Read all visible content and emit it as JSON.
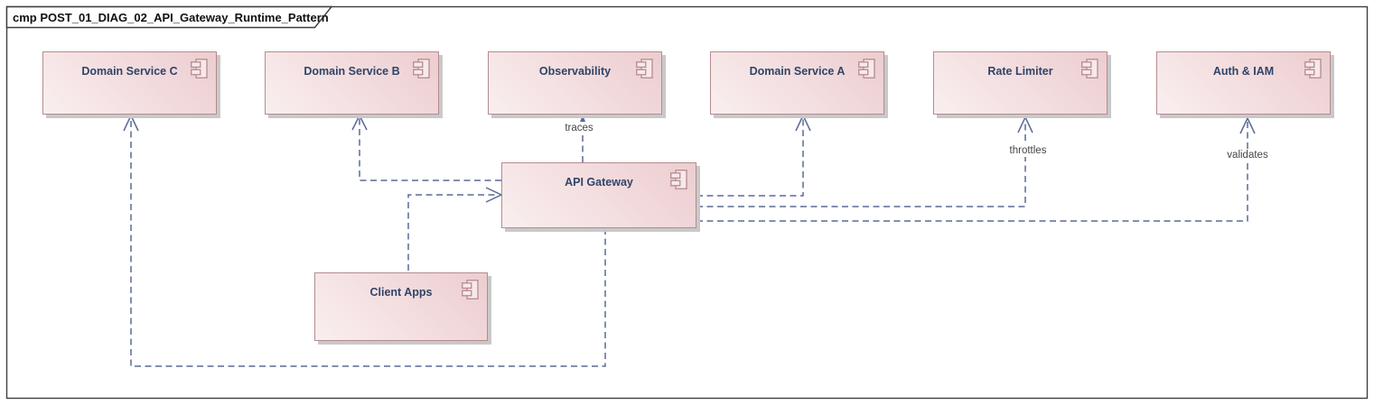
{
  "frame": {
    "title": "cmp POST_01_DIAG_02_API_Gateway_Runtime_Pattern",
    "diagram_type": "cmp",
    "diagram_name": "POST_01_DIAG_02_API_Gateway_Runtime_Pattern"
  },
  "components": [
    {
      "id": "domain-service-c",
      "label": "Domain Service C"
    },
    {
      "id": "domain-service-b",
      "label": "Domain Service B"
    },
    {
      "id": "observability",
      "label": "Observability"
    },
    {
      "id": "domain-service-a",
      "label": "Domain Service A"
    },
    {
      "id": "rate-limiter",
      "label": "Rate Limiter"
    },
    {
      "id": "auth-iam",
      "label": "Auth & IAM"
    },
    {
      "id": "api-gateway",
      "label": "API Gateway"
    },
    {
      "id": "client-apps",
      "label": "Client Apps"
    }
  ],
  "connectors": [
    {
      "from": "Client Apps",
      "to": "API Gateway",
      "label": "",
      "style": "dashed-open-arrow"
    },
    {
      "from": "API Gateway",
      "to": "Domain Service B",
      "label": "",
      "style": "dashed-open-arrow"
    },
    {
      "from": "API Gateway",
      "to": "Observability",
      "label": "traces",
      "style": "dashed-small-arrow"
    },
    {
      "from": "API Gateway",
      "to": "Domain Service A",
      "label": "",
      "style": "dashed-open-arrow"
    },
    {
      "from": "API Gateway",
      "to": "Rate Limiter",
      "label": "throttles",
      "style": "dashed-open-arrow"
    },
    {
      "from": "API Gateway",
      "to": "Auth & IAM",
      "label": "validates",
      "style": "dashed-open-arrow"
    },
    {
      "from": "API Gateway",
      "to": "Domain Service C",
      "label": "",
      "style": "dashed-open-arrow"
    }
  ],
  "colors": {
    "component_fill_light": "#f9efef",
    "component_fill_dark": "#eccdd0",
    "component_border": "#b68a8e",
    "component_label_text": "#2f4468",
    "connector": "#5a6a95",
    "connector_label_text": "#454545",
    "frame_border": "#3f3f3f",
    "shadow": "#c9c9c9",
    "background": "#ffffff"
  }
}
